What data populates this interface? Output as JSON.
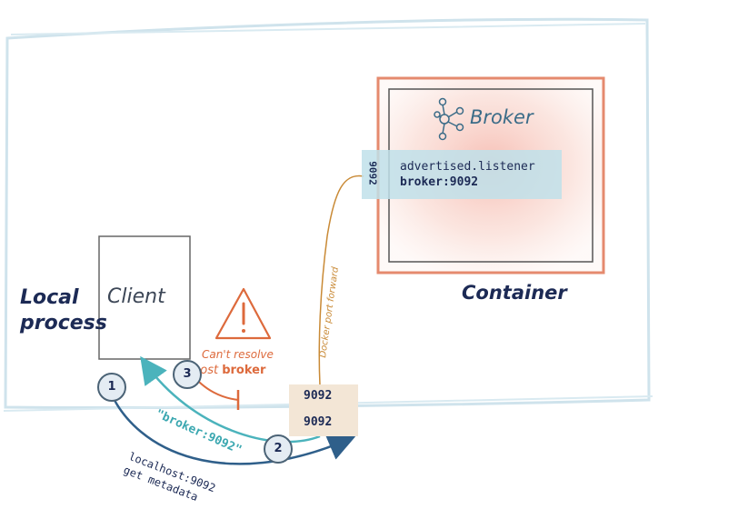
{
  "labels": {
    "local_process": [
      "Local",
      "process"
    ],
    "container": "Container",
    "client": "Client",
    "broker": "Broker"
  },
  "advertised": {
    "port": "9092",
    "line1": "advertised.listener",
    "line2": "broker:9092"
  },
  "port_forward": {
    "port_a": "9092",
    "port_b": "9092",
    "label": "Docker port forward"
  },
  "warning": {
    "line1": "Can't resolve",
    "line2_prefix": "host ",
    "line2_bold": "broker"
  },
  "arrows": {
    "response": "\"broker:9092\"",
    "request_line1": "localhost:9092",
    "request_line2": "get metadata"
  },
  "steps": [
    "1",
    "2",
    "3"
  ],
  "colors": {
    "host_border": "#cfe3ec",
    "container_border": "#e58a6e",
    "request_arrow": "#2f5f8a",
    "response_arrow": "#4bb3bc",
    "warning": "#dd6a3c",
    "forward": "#c98a36"
  }
}
